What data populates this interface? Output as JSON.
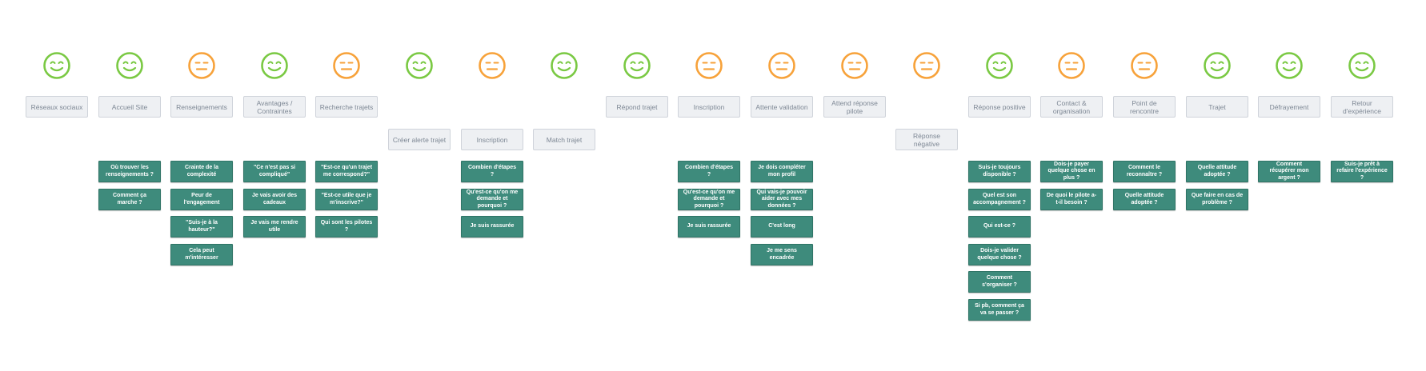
{
  "palette": {
    "happy": "#7ac943",
    "neutral": "#f7a23a",
    "stage_bg": "#eef0f3",
    "card_bg": "#3e8b7c"
  },
  "columns": [
    {
      "mood": "happy",
      "stage": "Réseaux sociaux",
      "cards": []
    },
    {
      "mood": "happy",
      "stage": "Accueil Site",
      "cards": [
        "Où trouver les renseignements ?",
        "Comment ça marche ?"
      ]
    },
    {
      "mood": "neutral",
      "stage": "Renseignements",
      "cards": [
        "Crainte de la complexité",
        "Peur de l'engagement",
        "\"Suis-je à la hauteur?\"",
        "Cela peut m'intéresser"
      ]
    },
    {
      "mood": "happy",
      "stage": "Avantages / Contraintes",
      "cards": [
        "\"Ce n'est pas si compliqué\"",
        "Je vais avoir des cadeaux",
        "Je vais me rendre utile"
      ]
    },
    {
      "mood": "neutral",
      "stage": "Recherche trajets",
      "cards": [
        "\"Est-ce qu'un trajet me correspond?\"",
        "\"Est-ce utile que je m'inscrive?\"",
        "Qui sont les pilotes ?"
      ]
    },
    {
      "mood": "happy",
      "stage": "Créer alerte trajet",
      "cards": []
    },
    {
      "mood": "neutral",
      "stage": "Inscription",
      "cards": [
        "Combien d'étapes ?",
        "Qu'est-ce qu'on me demande et pourquoi ?",
        "Je suis rassurée"
      ]
    },
    {
      "mood": "happy",
      "stage": "Match trajet",
      "cards": []
    },
    {
      "mood": "happy",
      "stage": "Répond trajet",
      "cards": []
    },
    {
      "mood": "neutral",
      "stage": "Inscription",
      "cards": [
        "Combien d'étapes ?",
        "Qu'est-ce qu'on me demande et pourquoi ?",
        "Je suis rassurée"
      ]
    },
    {
      "mood": "neutral",
      "stage": "Attente validation",
      "cards": [
        "Je dois compléter mon profil",
        "Qui vais-je pouvoir aider avec mes données ?",
        "C'est long",
        "Je me sens encadrée"
      ]
    },
    {
      "mood": "neutral",
      "stage": "Attend réponse pilote",
      "cards": []
    },
    {
      "mood": "neutral",
      "stage": "Réponse négative",
      "cards": []
    },
    {
      "mood": "happy",
      "stage": "Réponse positive",
      "cards": [
        "Suis-je toujours disponible ?",
        "Quel est son accompagnement ?",
        "Qui est-ce ?",
        "Dois-je valider quelque chose ?",
        "Comment s'organiser ?",
        "Si pb, comment ça va se passer ?"
      ]
    },
    {
      "mood": "neutral",
      "stage": "Contact & organisation",
      "cards": [
        "Dois-je payer quelque chose en plus ?",
        "De quoi le pilote a-t-il besoin ?"
      ]
    },
    {
      "mood": "neutral",
      "stage": "Point de rencontre",
      "cards": [
        "Comment le reconnaître ?",
        "Quelle attitude adoptée ?"
      ]
    },
    {
      "mood": "happy",
      "stage": "Trajet",
      "cards": [
        "Quelle attitude adoptée ?",
        "Que faire en cas de problème ?"
      ]
    },
    {
      "mood": "happy",
      "stage": "Défrayement",
      "cards": [
        "Comment récupérer mon argent ?"
      ]
    },
    {
      "mood": "happy",
      "stage": "Retour d'expérience",
      "cards": [
        "Suis-je prêt à refaire l'expérience ?"
      ]
    }
  ]
}
